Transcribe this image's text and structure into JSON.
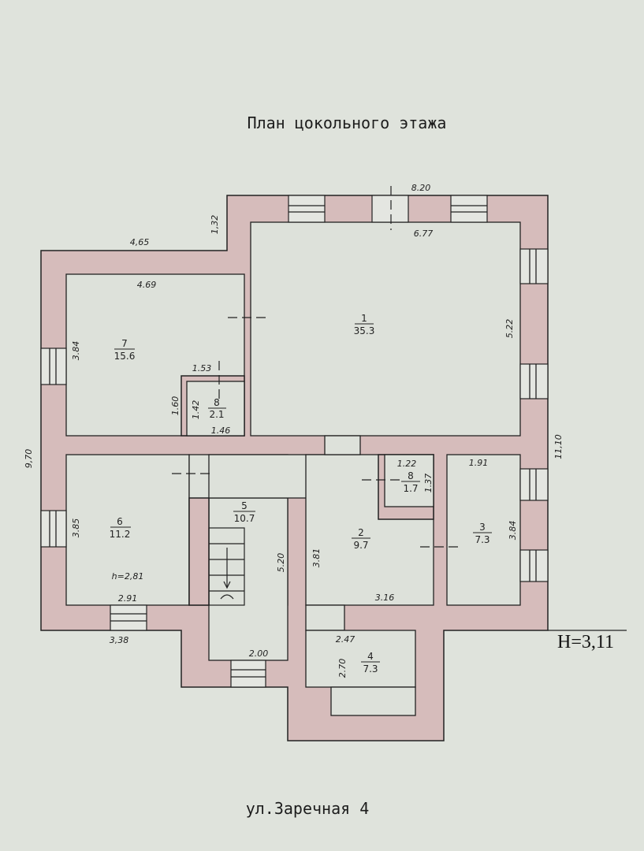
{
  "title": "План цокольного этажа",
  "street": "ул.Заречная 4",
  "height_mark": "H=3,11",
  "colors": {
    "wall": "#d6bcbb",
    "paper": "#dfe3dc",
    "line": "#222222"
  },
  "rooms": [
    {
      "number": "1",
      "area": "35.3"
    },
    {
      "number": "2",
      "area": "9.7"
    },
    {
      "number": "3",
      "area": "7.3"
    },
    {
      "number": "4",
      "area": "7.3"
    },
    {
      "number": "5",
      "area": "10.7"
    },
    {
      "number": "6",
      "area": "11.2"
    },
    {
      "number": "7",
      "area": "15.6"
    },
    {
      "number": "8",
      "area": "2.1"
    },
    {
      "number": "8",
      "area": "1.7"
    }
  ],
  "dims": {
    "d820": "8.20",
    "d677": "6.77",
    "d132": "1,32",
    "d465": "4,65",
    "d469": "4.69",
    "d522": "5.22",
    "d1110": "11,10",
    "d384a": "3.84",
    "d153": "1.53",
    "d160": "1.60",
    "d142": "1.42",
    "d146": "1.46",
    "d970": "9,70",
    "d385": "3.85",
    "h281": "h=2,81",
    "d291": "2.91",
    "d338": "3,38",
    "d200": "2.00",
    "d520": "5.20",
    "d381": "3.81",
    "d122": "1.22",
    "d137": "1.37",
    "d191": "1.91",
    "d384b": "3.84",
    "d316": "3.16",
    "d247": "2.47",
    "d270": "2.70"
  }
}
